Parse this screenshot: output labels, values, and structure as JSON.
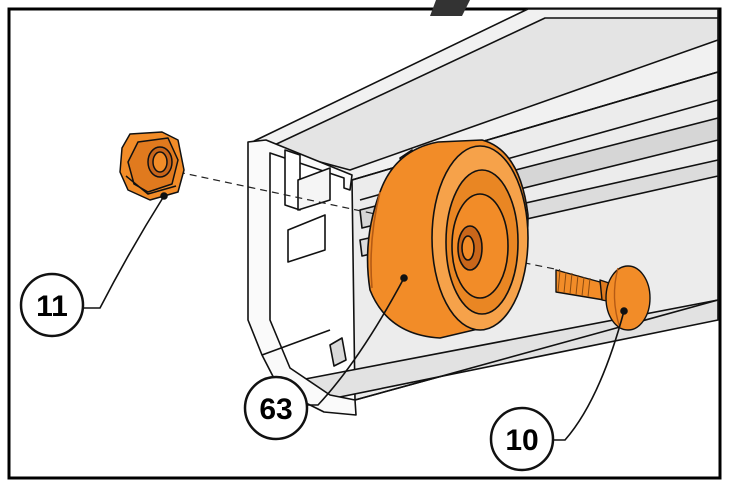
{
  "diagram": {
    "callouts": [
      {
        "id": "nut",
        "number": "11"
      },
      {
        "id": "roller",
        "number": "63"
      },
      {
        "id": "bolt",
        "number": "10"
      }
    ],
    "colors": {
      "part_fill": "#F28C28",
      "part_shade": "#D9741A",
      "rail_fill": "#F1F1F1",
      "rail_shade": "#D6D6D6",
      "outline": "#111111",
      "frame": "#000000"
    }
  }
}
